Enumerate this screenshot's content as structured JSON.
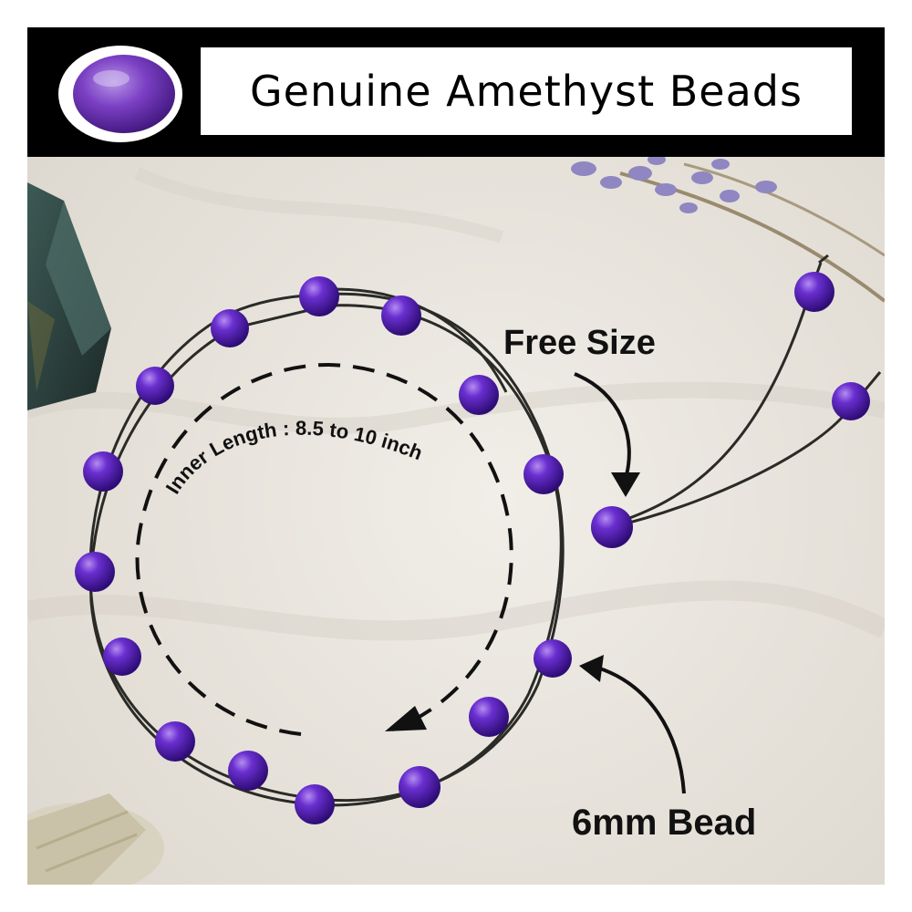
{
  "banner": {
    "title": "Genuine Amethyst Beads"
  },
  "labels": {
    "free_size": "Free Size",
    "bead_size": "6mm Bead",
    "inner_length": "Inner Length : 8.5 to 10 inch"
  },
  "colors": {
    "bead": "#5b1fb8",
    "cord": "#2a2a26",
    "banner": "#000000",
    "background": "#ece8e1"
  }
}
